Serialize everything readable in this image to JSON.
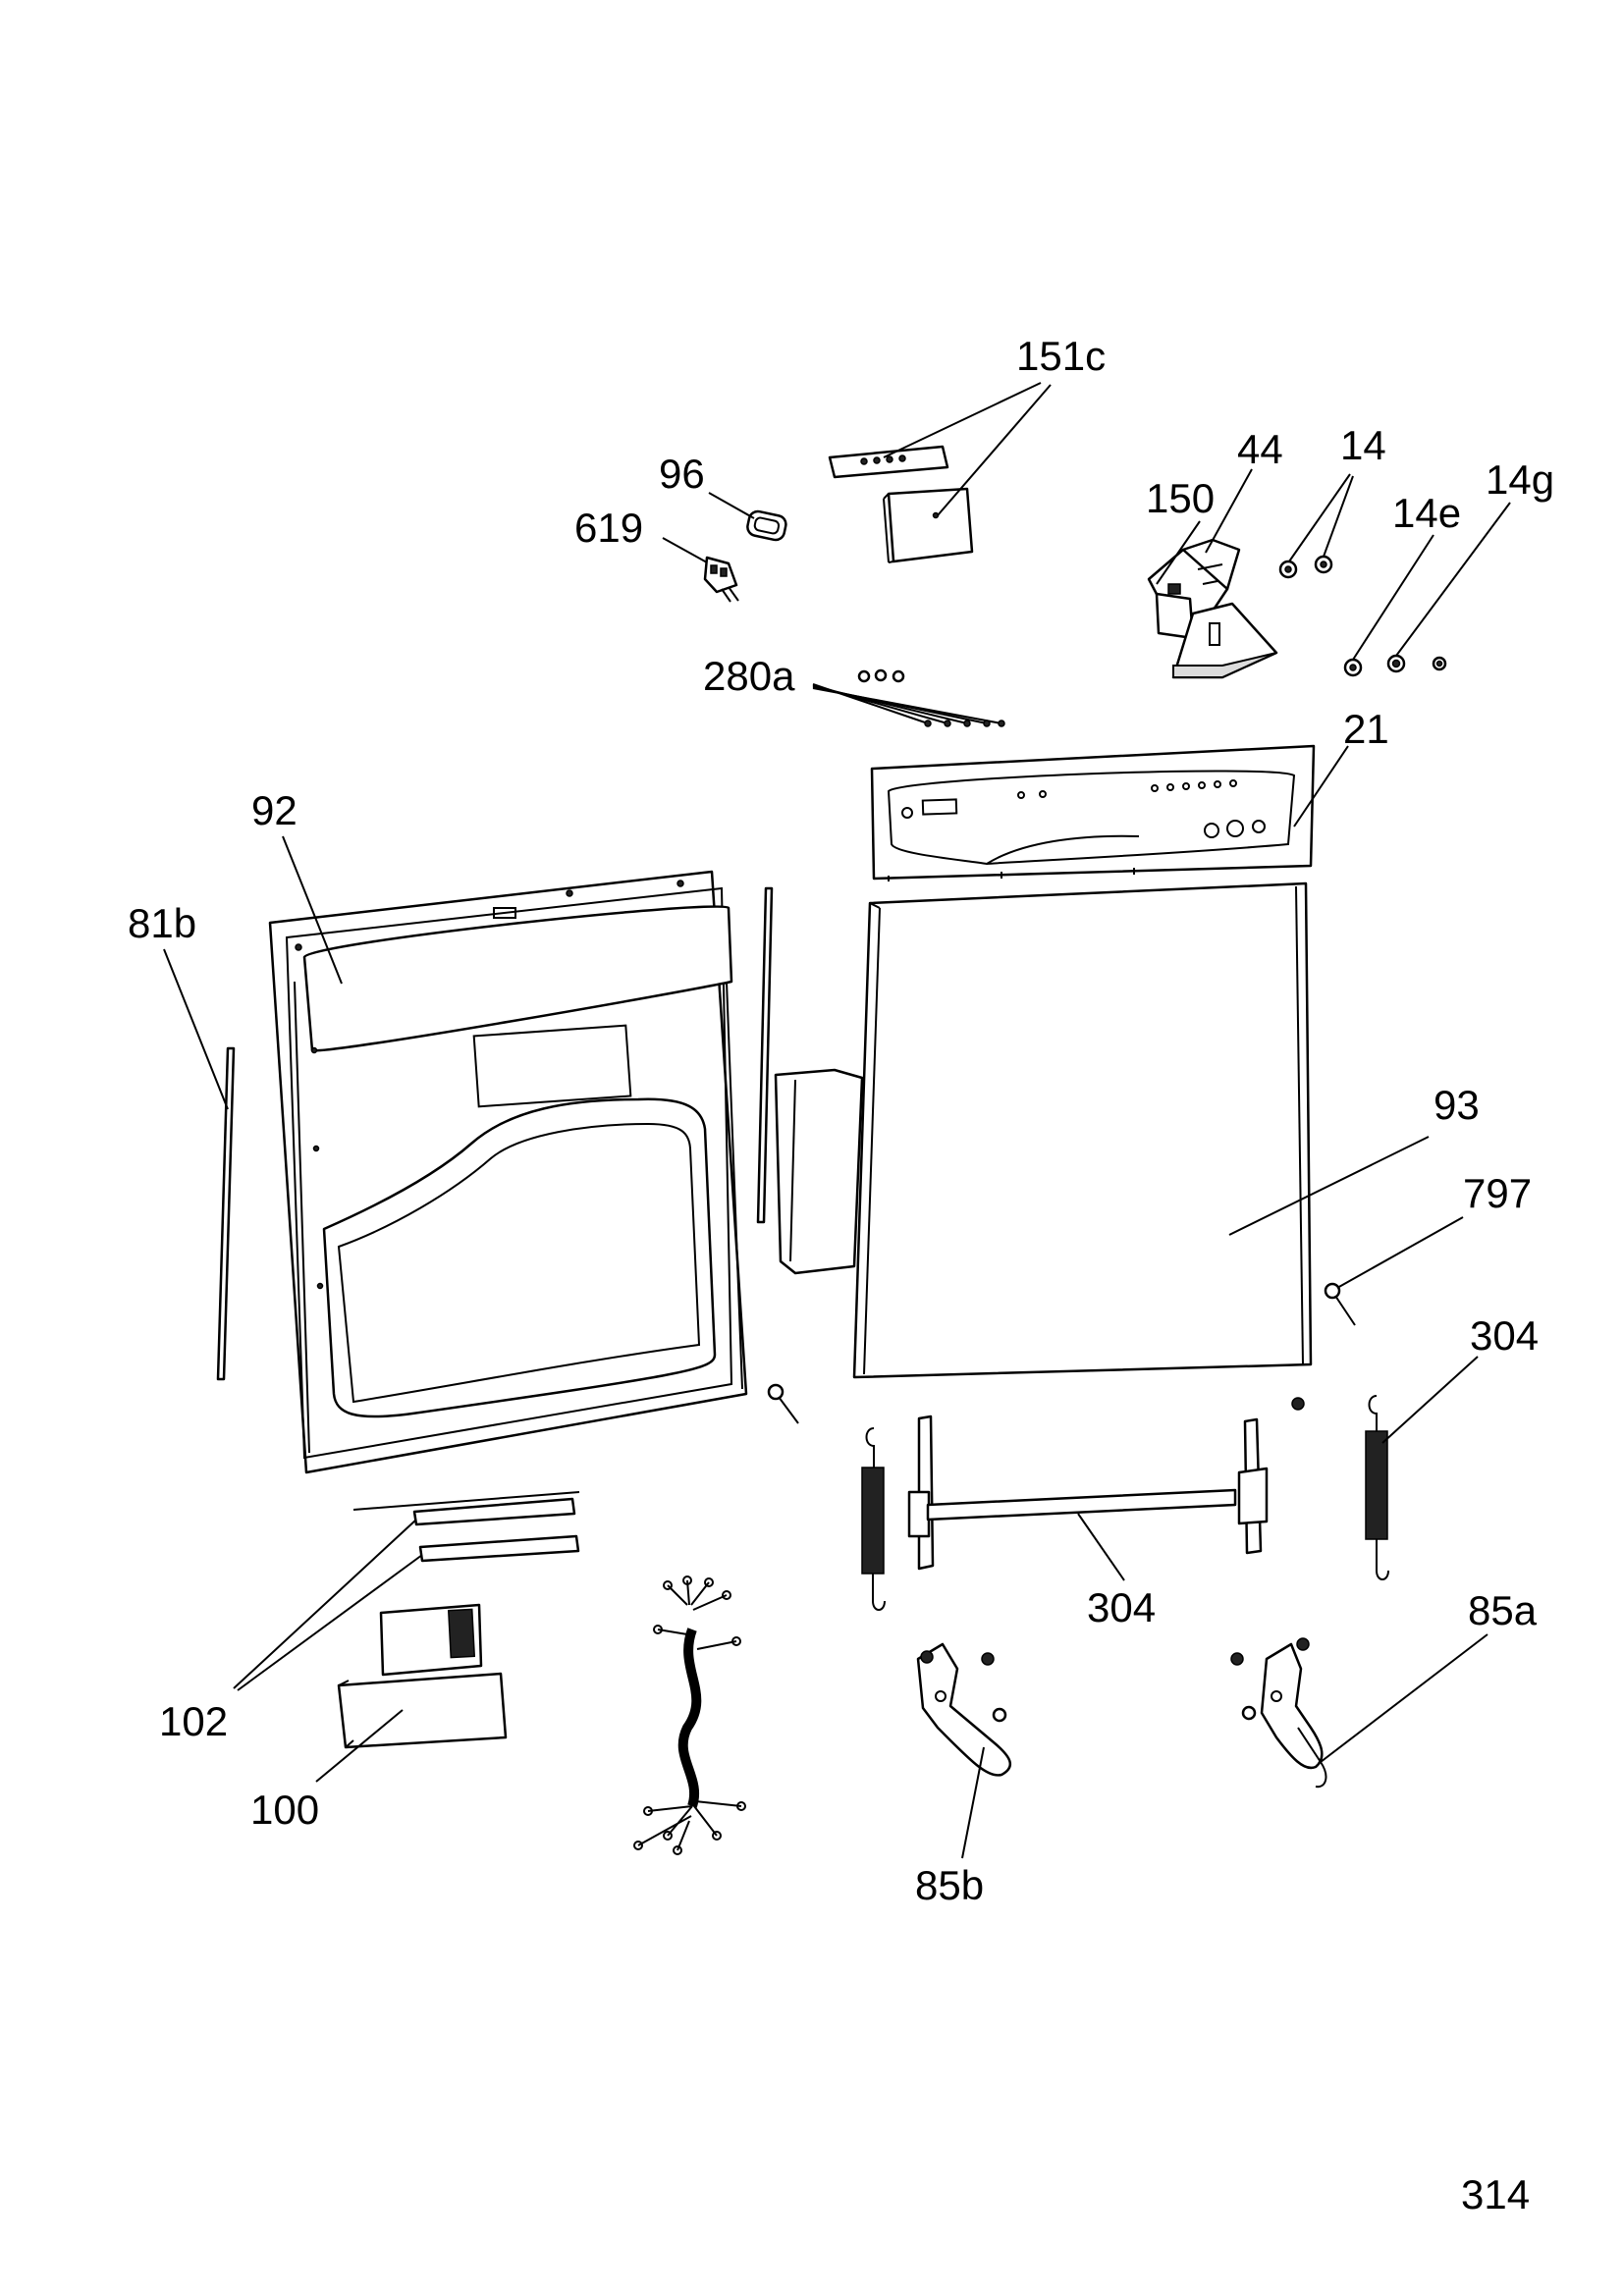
{
  "labels": {
    "p151c": "151c",
    "p96": "96",
    "p619": "619",
    "p44": "44",
    "p14": "14",
    "p150": "150",
    "p14e": "14e",
    "p14g": "14g",
    "p280a": "280a",
    "p21": "21",
    "p92": "92",
    "p81b": "81b",
    "p93": "93",
    "p797": "797",
    "p304_spring": "304",
    "p304_bar": "304",
    "p85a": "85a",
    "p102": "102",
    "p100": "100",
    "p85b": "85b"
  },
  "page_number": "314"
}
